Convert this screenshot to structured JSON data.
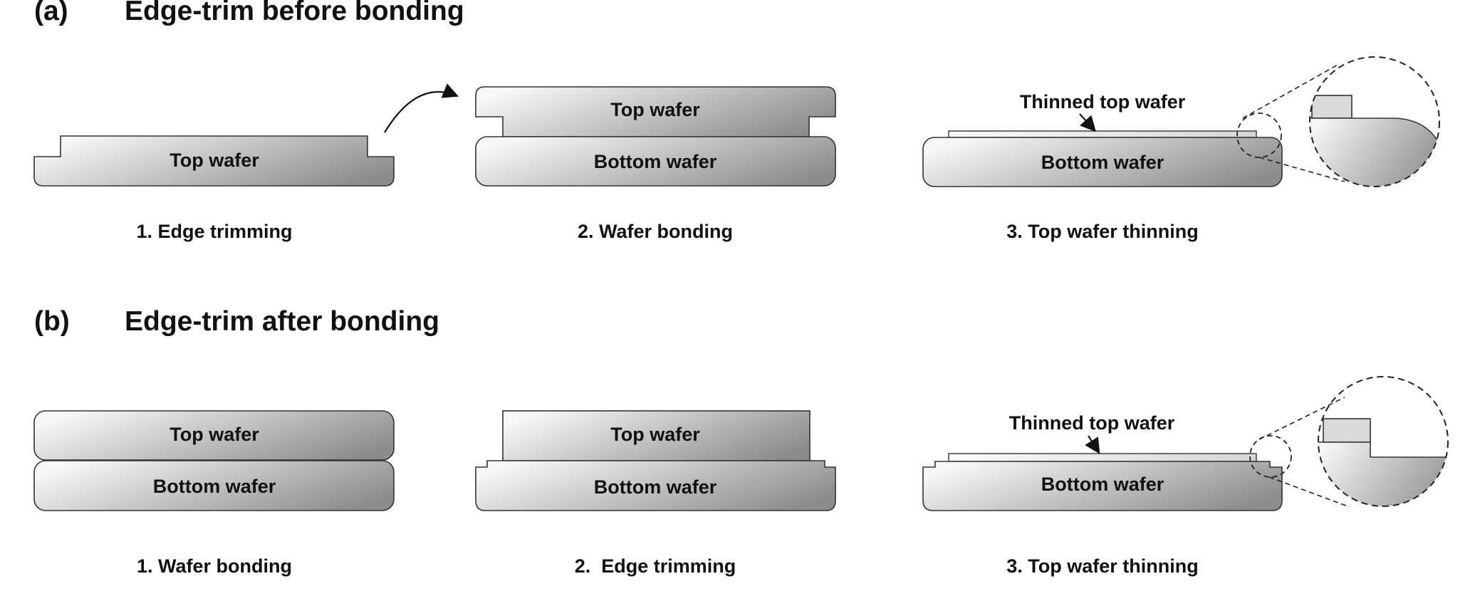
{
  "panel_a": {
    "tag": "(a)",
    "title": "Edge-trim before bonding",
    "wafers": {
      "s1_top": "Top wafer",
      "s2_top": "Top wafer",
      "s2_bottom": "Bottom wafer",
      "s3_bottom": "Bottom wafer"
    },
    "callout": "Thinned top wafer",
    "steps": [
      "1. Edge trimming",
      "2. Wafer bonding",
      "3. Top wafer thinning"
    ]
  },
  "panel_b": {
    "tag": "(b)",
    "title": "Edge-trim after bonding",
    "wafers": {
      "s1_top": "Top wafer",
      "s1_bottom": "Bottom wafer",
      "s2_top": "Top wafer",
      "s2_bottom": "Bottom wafer",
      "s3_bottom": "Bottom wafer"
    },
    "callout": "Thinned top wafer",
    "steps": [
      "1. Wafer bonding",
      "2.  Edge trimming",
      "3. Top wafer thinning"
    ]
  },
  "colors": {
    "wafer_light": "#f6f6f6",
    "wafer_dark": "#8e8e8e",
    "outline": "#333333",
    "text": "#111111"
  }
}
